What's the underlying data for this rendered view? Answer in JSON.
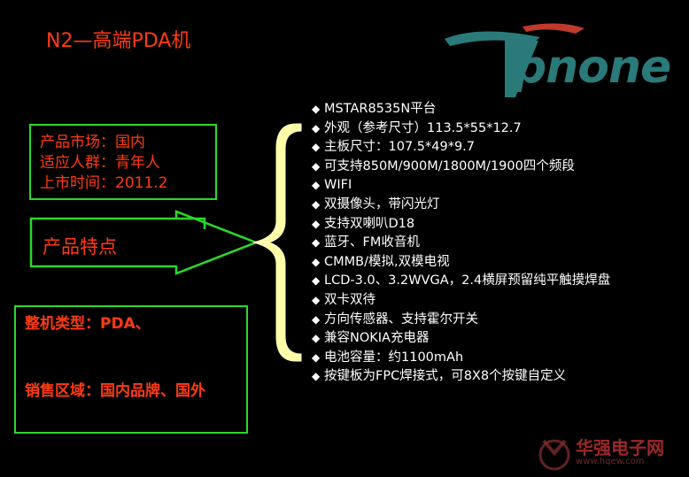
{
  "title": "N2—高端PDA机",
  "logo_text": "pnone",
  "market_box": {
    "lines": [
      "产品市场：国内",
      "适应人群：青年人",
      "上市时间：2011.2"
    ]
  },
  "features_label": "产品特点",
  "type_box": {
    "line1": "整机类型：PDA、",
    "line2": "销售区域：国内品牌、国外"
  },
  "bullet_glyph": "◆",
  "features": [
    "MSTAR8535N平台",
    "外观（参考尺寸）113.5*55*12.7",
    "主板尺寸：107.5*49*9.7",
    "可支持850M/900M/1800M/1900四个频段",
    "WIFI",
    "双摄像头，带闪光灯",
    "支持双喇叭D18",
    "蓝牙、FM收音机",
    "CMMB/模拟,双模电视",
    "LCD-3.0、3.2WVGA，2.4横屏预留纯平触摸焊盘",
    "双卡双待",
    "方向传感器、支持霍尔开关",
    "兼容NOKIA充电器",
    "电池容量：约1100mAh",
    "按键板为FPC焊接式，可8X8个按键自定义"
  ],
  "watermark": {
    "text": "华强电子网",
    "url": "www.hqew.com"
  },
  "colors": {
    "background": "#000000",
    "accent_red": "#ff3b10",
    "box_green": "#2bd92b",
    "brace_yellow": "#ffffaa",
    "logo_teal": "#2a7a7a"
  }
}
